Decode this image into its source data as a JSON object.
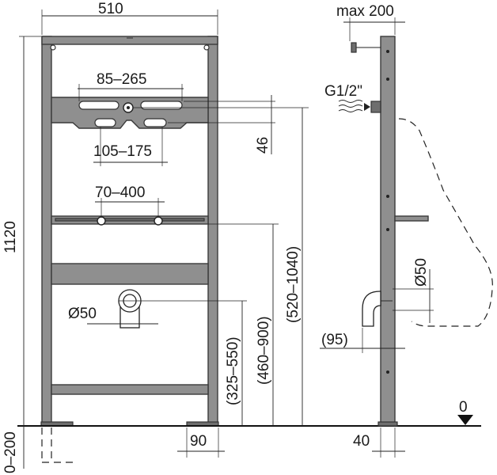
{
  "front_view": {
    "width_total": "510",
    "height_total": "1120",
    "adjust_range": "0–200",
    "top_hole_spacing": "85–265",
    "bottom_hole_spacing": "105–175",
    "rail_spacing": "70–400",
    "drain_diameter": "Ø50",
    "offset_46": "46",
    "height_325_550": "(325–550)",
    "height_460_900": "(460–900)",
    "height_520_1040": "(520–1040)",
    "foot_width": "90"
  },
  "side_view": {
    "max_depth": "max 200",
    "inlet_thread": "G1/2\"",
    "drain_diameter": "Ø50",
    "elbow_offset": "(95)",
    "frame_depth": "40",
    "floor_level": "0"
  }
}
